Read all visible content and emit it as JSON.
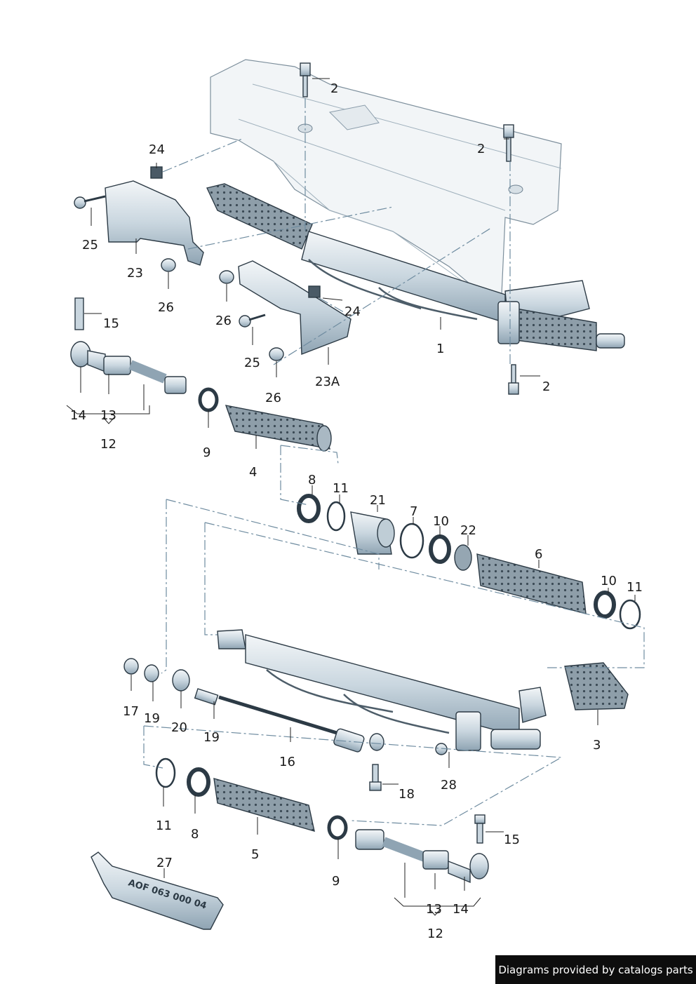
{
  "callouts": {
    "c1": "1",
    "c2a": "2",
    "c2b": "2",
    "c2c": "2",
    "c3": "3",
    "c4": "4",
    "c5": "5",
    "c6": "6",
    "c7": "7",
    "c8a": "8",
    "c8b": "8",
    "c9a": "9",
    "c9b": "9",
    "c10a": "10",
    "c10b": "10",
    "c11a": "11",
    "c11b": "11",
    "c11c": "11",
    "c12a": "12",
    "c12b": "12",
    "c13a": "13",
    "c13b": "13",
    "c14a": "14",
    "c14b": "14",
    "c15a": "15",
    "c15b": "15",
    "c16": "16",
    "c17": "17",
    "c18": "18",
    "c19a": "19",
    "c19b": "19",
    "c20": "20",
    "c21": "21",
    "c22": "22",
    "c23": "23",
    "c23A": "23A",
    "c24a": "24",
    "c24b": "24",
    "c25a": "25",
    "c25b": "25",
    "c26a": "26",
    "c26b": "26",
    "c26c": "26",
    "c27": "27",
    "c28": "28"
  },
  "grease_tube_text": "AOF 063 000 04",
  "credit": "Diagrams provided by catalogs parts",
  "colors": {
    "part_fill": "#c9d6df",
    "part_shadow": "#8fa4b3",
    "bellows": "#7f8f9b",
    "frame": "#f2f5f7",
    "dash_line": "#6f8ca0",
    "credit_bg": "#0d0d0d"
  }
}
